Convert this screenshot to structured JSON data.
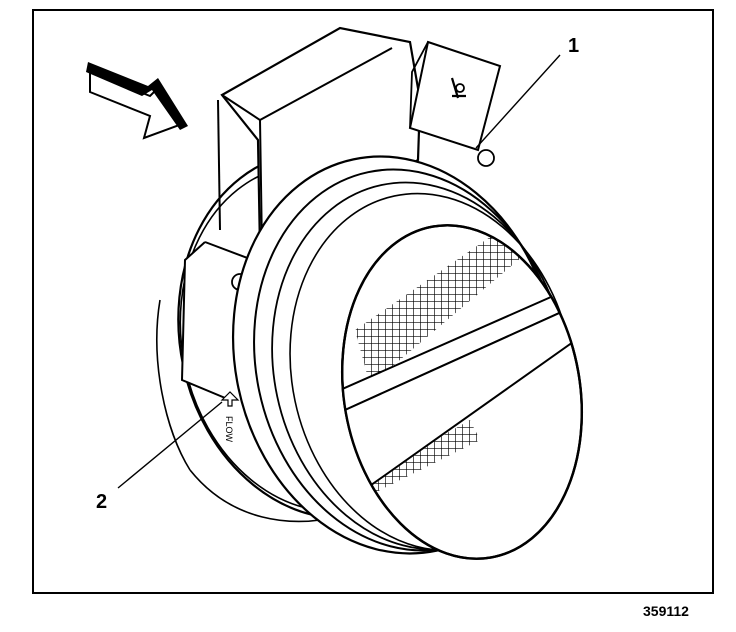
{
  "figure": {
    "callouts": [
      {
        "id": "1",
        "label": "1"
      },
      {
        "id": "2",
        "label": "2"
      }
    ],
    "flow_marking": "FLOW",
    "figure_number": "359112"
  }
}
